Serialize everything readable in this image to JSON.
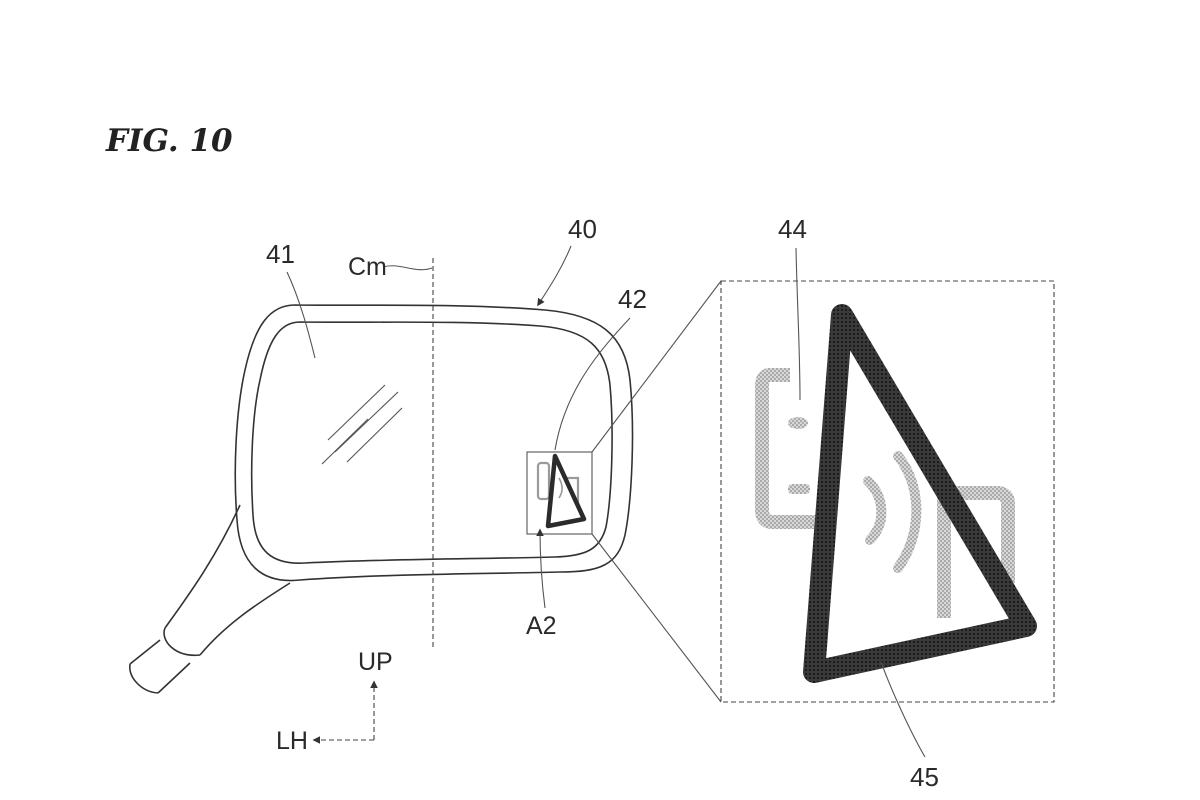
{
  "figure": {
    "title": "FIG. 10",
    "labels": {
      "mirror_assembly": "40",
      "mirror_surface": "41",
      "indicator_region": "42",
      "icon_part": "44",
      "triangle_mark": "45",
      "center_line": "Cm",
      "detail_area": "A2",
      "direction_up": "UP",
      "direction_left": "LH"
    }
  }
}
